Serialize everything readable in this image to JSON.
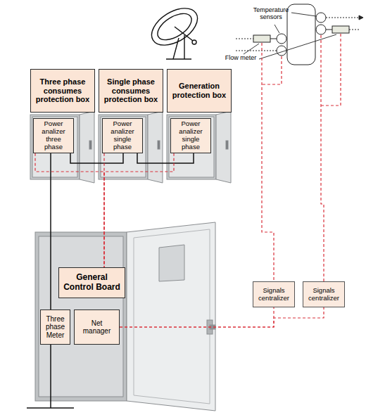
{
  "diagram": {
    "nodes": [
      {
        "text": [
          "Three phase consumes protection box"
        ]
      },
      {
        "text": [
          "Single phase consumes protection box"
        ]
      },
      {
        "text": [
          "Generation protection box"
        ]
      },
      {
        "text": [
          "Power analizer three phase"
        ]
      },
      {
        "text": [
          "Power analizer single phase"
        ]
      },
      {
        "text": [
          "Power analizer single phase"
        ]
      },
      {
        "text": [
          "Signals centralizer"
        ]
      },
      {
        "text": [
          "Signals centralizer"
        ]
      },
      {
        "text": [
          "General Control Board"
        ]
      },
      {
        "text": [
          "Three phase Meter"
        ]
      },
      {
        "text": [
          "Net manager"
        ]
      }
    ],
    "edges": [
      {
        "from": 9,
        "to": 3,
        "arrow": "none"
      },
      {
        "from": 3,
        "to": 4,
        "arrow": "none"
      },
      {
        "from": 4,
        "to": 5,
        "arrow": "none"
      },
      {
        "from": 3,
        "to": 8,
        "arrow": "none"
      },
      {
        "from": 4,
        "to": 8,
        "arrow": "none"
      },
      {
        "from": 5,
        "to": 8,
        "arrow": "none"
      },
      {
        "from": 10,
        "to": 6,
        "arrow": "none"
      },
      {
        "from": 10,
        "to": 7,
        "arrow": "none"
      }
    ],
    "labels": [
      "Temperature sensors",
      "Flow meter"
    ]
  }
}
